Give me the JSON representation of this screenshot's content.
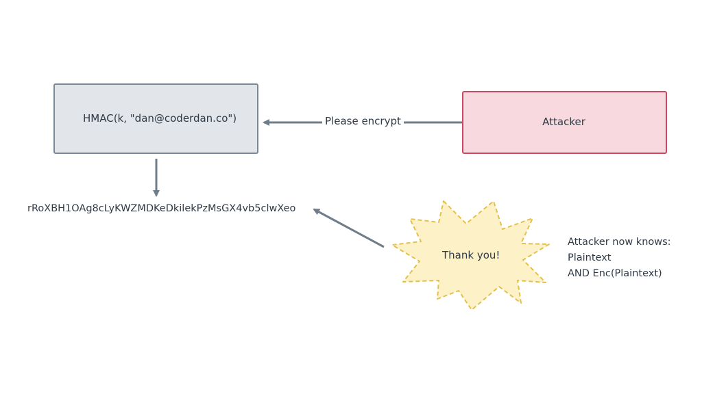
{
  "nodes": {
    "hmac": "HMAC(k, \"dan@coderdan.co\")",
    "attacker": "Attacker",
    "digest": "rRoXBH1OAg8cLyKWZMDKeDkilekPzMsGX4vb5clwXeo",
    "reply": "Thank you!"
  },
  "edges": {
    "request": "Please encrypt"
  },
  "note": {
    "lines": [
      "Attacker now knows:",
      "Plaintext",
      "AND Enc(Plaintext)"
    ]
  },
  "colors": {
    "hmac_fill": "#e2e6ea",
    "hmac_border": "#7a8794",
    "attacker_fill": "#f7d9df",
    "attacker_border": "#c94a5e",
    "burst_fill": "#fdf1c8",
    "burst_border": "#e3c04a",
    "arrow": "#6f7c89"
  }
}
